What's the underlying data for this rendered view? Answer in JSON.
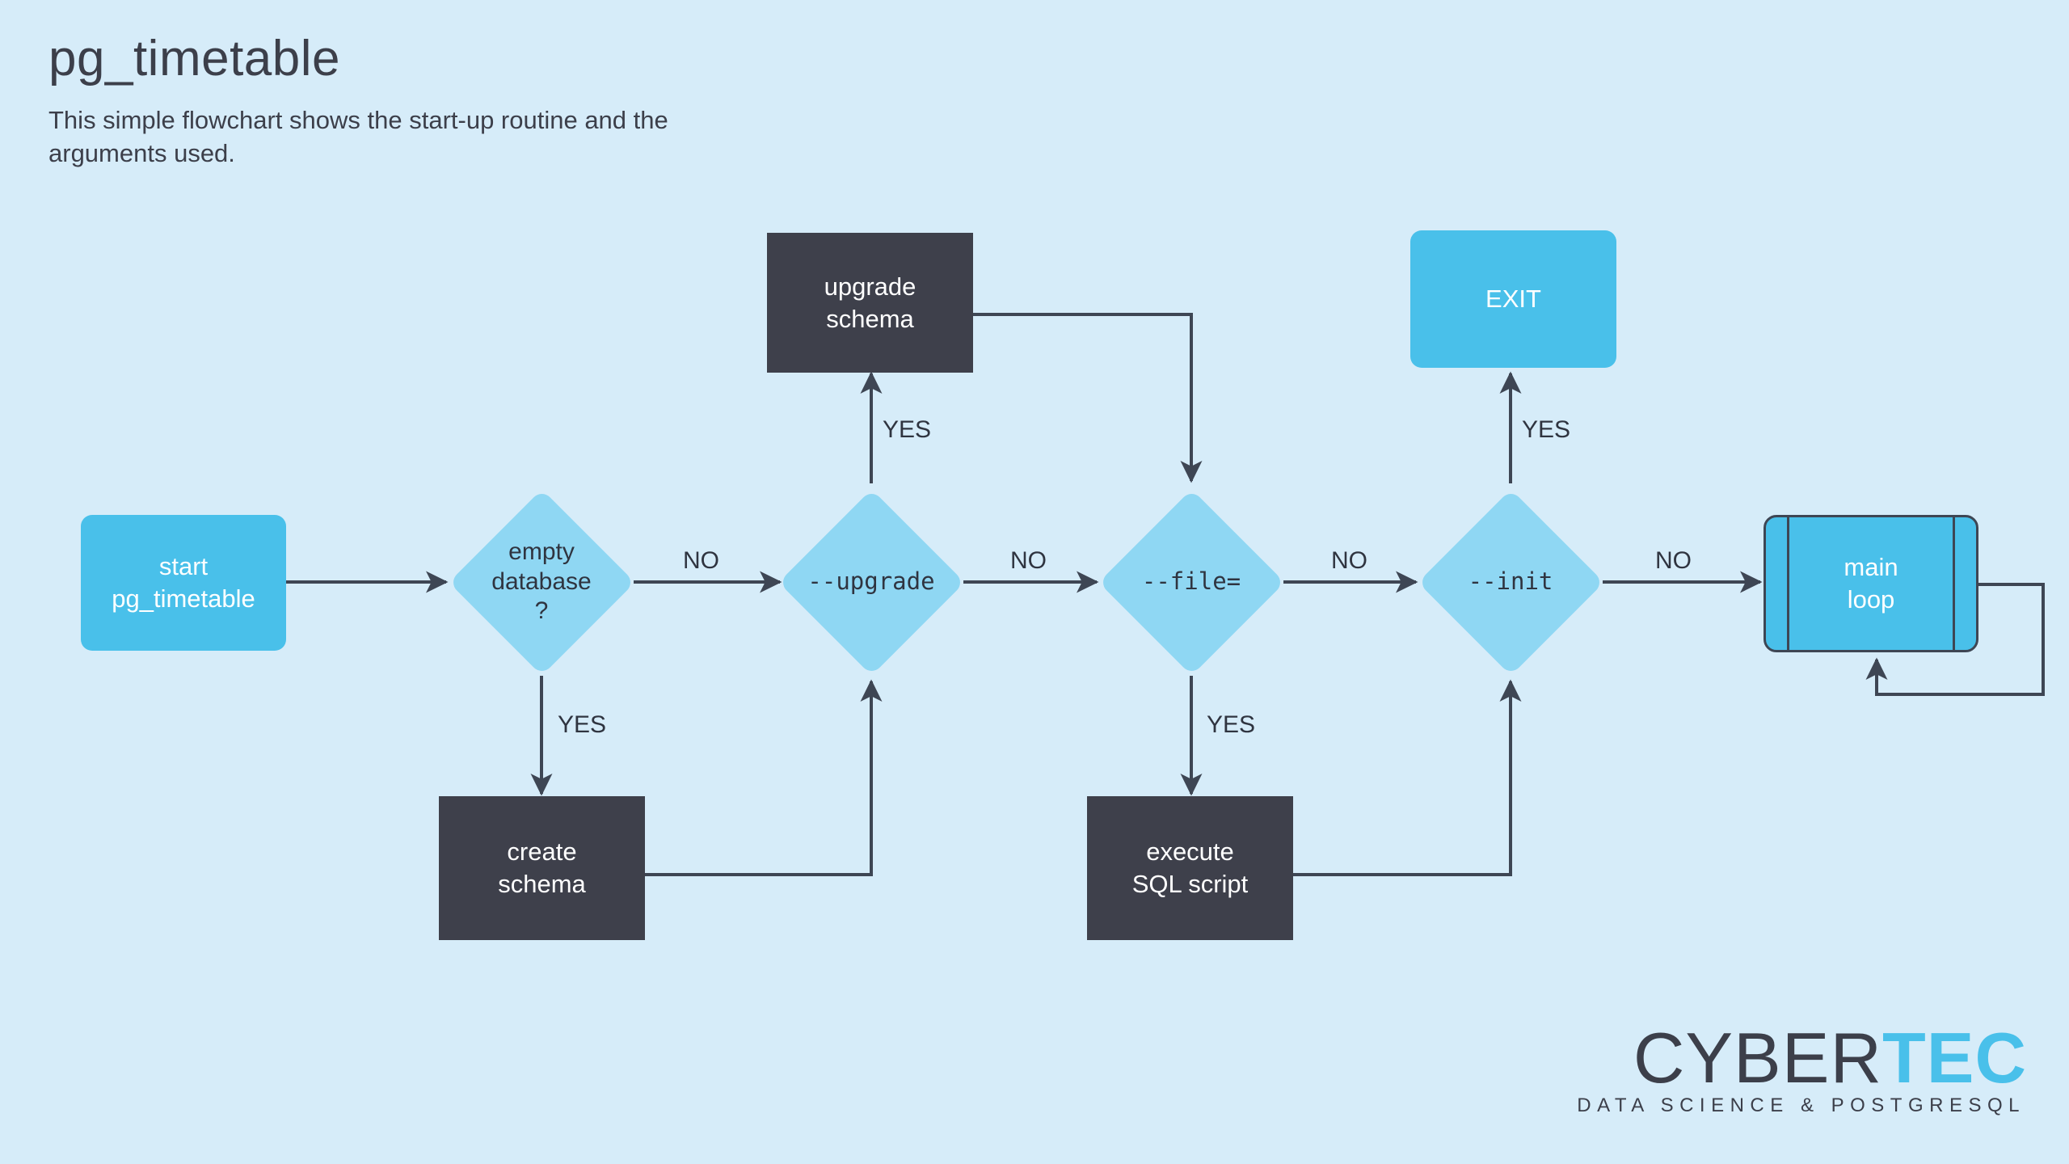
{
  "header": {
    "title": "pg_timetable",
    "subtitle": "This simple flowchart shows the start-up routine and the arguments used."
  },
  "chart_data": {
    "type": "diagram",
    "diagram_kind": "flowchart",
    "title": "pg_timetable",
    "description": "This simple flowchart shows the start-up routine and the arguments used.",
    "nodes": [
      {
        "id": "start",
        "label": "start\npg_timetable",
        "shape": "terminator",
        "fill": "#49c0ea",
        "text_color": "#ffffff"
      },
      {
        "id": "empty_db",
        "label": "empty\ndatabase\n?",
        "shape": "decision",
        "fill": "#8fd7f3",
        "text_color": "#2f3440"
      },
      {
        "id": "create_schema",
        "label": "create\nschema",
        "shape": "process",
        "fill": "#3e404b",
        "text_color": "#ffffff"
      },
      {
        "id": "upgrade",
        "label": "--upgrade",
        "shape": "decision",
        "fill": "#8fd7f3",
        "text_color": "#2f3440",
        "mono": true
      },
      {
        "id": "upgrade_schema",
        "label": "upgrade\nschema",
        "shape": "process",
        "fill": "#3e404b",
        "text_color": "#ffffff"
      },
      {
        "id": "file",
        "label": "--file=",
        "shape": "decision",
        "fill": "#8fd7f3",
        "text_color": "#2f3440",
        "mono": true
      },
      {
        "id": "exec_sql",
        "label": "execute\nSQL script",
        "shape": "process",
        "fill": "#3e404b",
        "text_color": "#ffffff"
      },
      {
        "id": "init",
        "label": "--init",
        "shape": "decision",
        "fill": "#8fd7f3",
        "text_color": "#2f3440",
        "mono": true
      },
      {
        "id": "exit",
        "label": "EXIT",
        "shape": "terminator",
        "fill": "#49c0ea",
        "text_color": "#ffffff"
      },
      {
        "id": "main_loop",
        "label": "main\nloop",
        "shape": "subroutine",
        "fill": "#49c0ea",
        "text_color": "#ffffff"
      }
    ],
    "edges": [
      {
        "from": "start",
        "to": "empty_db",
        "label": ""
      },
      {
        "from": "empty_db",
        "to": "upgrade",
        "label": "NO"
      },
      {
        "from": "empty_db",
        "to": "create_schema",
        "label": "YES"
      },
      {
        "from": "create_schema",
        "to": "upgrade",
        "label": ""
      },
      {
        "from": "upgrade",
        "to": "upgrade_schema",
        "label": "YES"
      },
      {
        "from": "upgrade",
        "to": "file",
        "label": "NO"
      },
      {
        "from": "upgrade_schema",
        "to": "file",
        "label": ""
      },
      {
        "from": "file",
        "to": "exec_sql",
        "label": "YES"
      },
      {
        "from": "file",
        "to": "init",
        "label": "NO"
      },
      {
        "from": "exec_sql",
        "to": "init",
        "label": ""
      },
      {
        "from": "init",
        "to": "exit",
        "label": "YES"
      },
      {
        "from": "init",
        "to": "main_loop",
        "label": "NO"
      },
      {
        "from": "main_loop",
        "to": "main_loop",
        "label": ""
      }
    ],
    "edge_labels": {
      "empty_db_no": "NO",
      "empty_db_yes": "YES",
      "upgrade_yes": "YES",
      "upgrade_no": "NO",
      "file_yes": "YES",
      "file_no": "NO",
      "init_yes": "YES",
      "init_no": "NO"
    },
    "colors": {
      "background": "#d6ecf9",
      "accent_blue": "#49c0ea",
      "light_blue": "#8fd7f3",
      "dark": "#3e404b",
      "line": "#3e4654"
    }
  },
  "nodes": {
    "start": {
      "label": "start\npg_timetable"
    },
    "empty_db": {
      "label": "empty\ndatabase\n?"
    },
    "create_schema": {
      "label": "create\nschema"
    },
    "upgrade": {
      "label": "--upgrade"
    },
    "upgrade_schema": {
      "label": "upgrade\nschema"
    },
    "file": {
      "label": "--file="
    },
    "exec_sql": {
      "label": "execute\nSQL script"
    },
    "init": {
      "label": "--init"
    },
    "exit": {
      "label": "EXIT"
    },
    "main_loop": {
      "label": "main\nloop"
    }
  },
  "labels": {
    "empty_db_no": "NO",
    "empty_db_yes": "YES",
    "upgrade_yes": "YES",
    "upgrade_no": "NO",
    "file_yes": "YES",
    "file_no": "NO",
    "init_yes": "YES",
    "init_no": "NO"
  },
  "logo": {
    "part1": "CYBER",
    "part2": "TEC",
    "tagline": "DATA SCIENCE & POSTGRESQL"
  }
}
